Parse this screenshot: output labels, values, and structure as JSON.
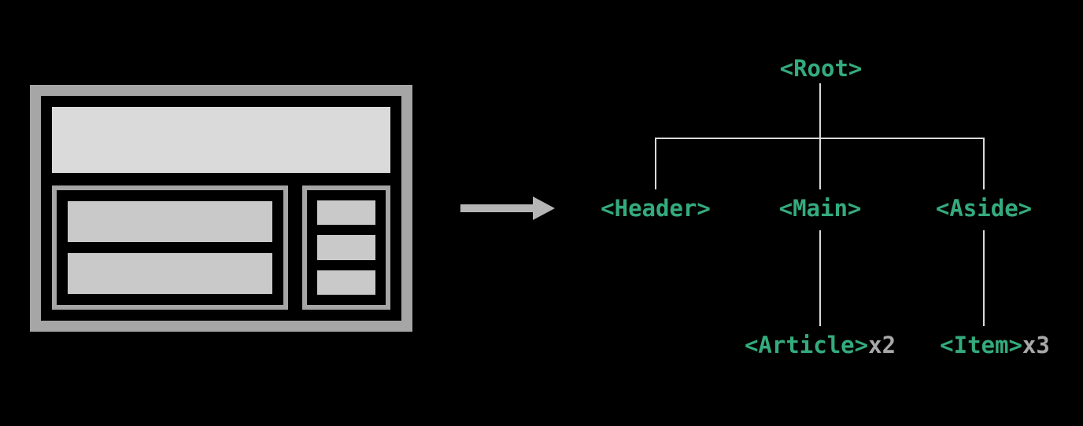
{
  "colors": {
    "bg": "#000000",
    "accent": "#34ab7d",
    "muted": "#a8a8a8",
    "line": "#d9d9d9",
    "frame": "#a6a6a6",
    "block-light": "#dadada",
    "block-mid": "#c9c9c9",
    "arrow": "#b5b5b5"
  },
  "wireframe": {
    "blocks": [
      "header",
      "main",
      "aside"
    ],
    "main_bar_count": 2,
    "aside_item_count": 3
  },
  "tree": {
    "root": {
      "label": "<Root>"
    },
    "children": [
      {
        "label": "<Header>"
      },
      {
        "label": "<Main>"
      },
      {
        "label": "<Aside>"
      }
    ],
    "leaves": [
      {
        "label": "<Article>",
        "multiplier": "x2"
      },
      {
        "label": "<Item>",
        "multiplier": "x3"
      }
    ]
  }
}
